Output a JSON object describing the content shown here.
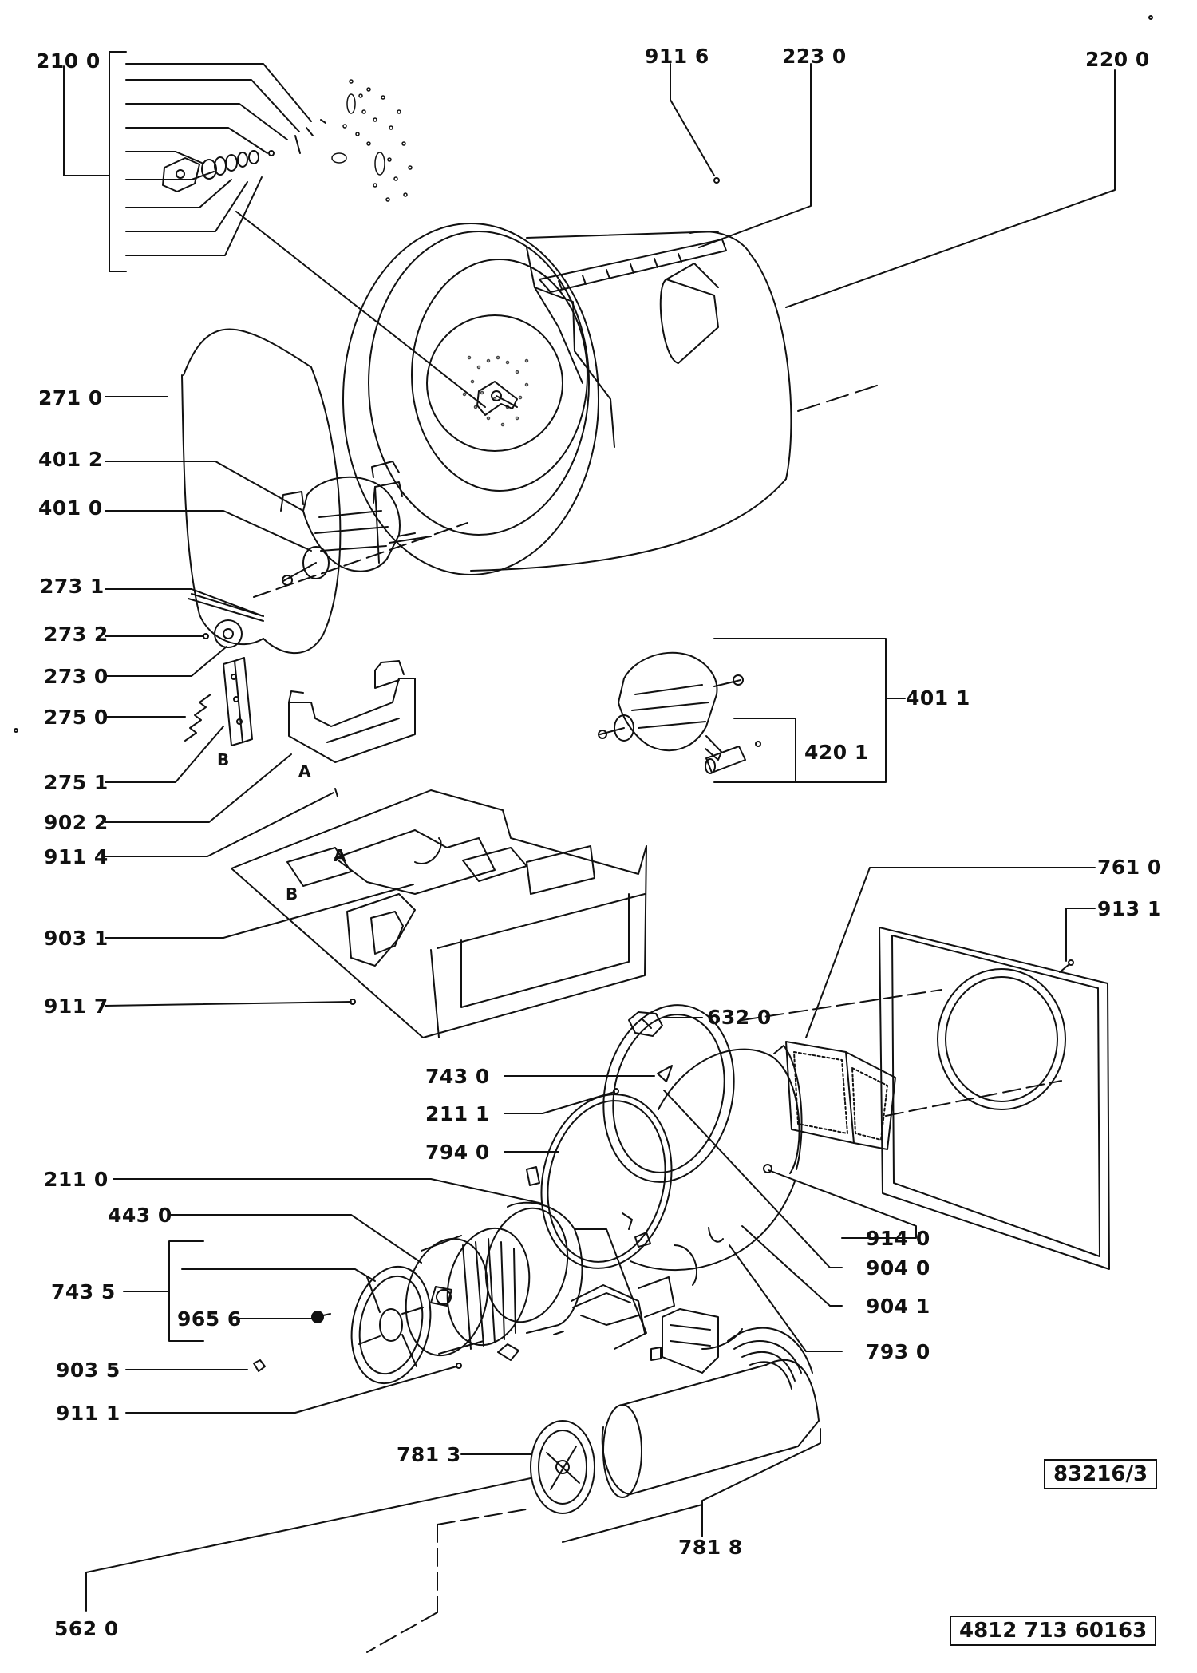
{
  "labels": {
    "l2100": "210 0",
    "l9116": "911 6",
    "l2230": "223 0",
    "l2200": "220 0",
    "l2710": "271 0",
    "l4012": "401 2",
    "l4010": "401 0",
    "l2731": "273 1",
    "l2732": "273 2",
    "l2730": "273 0",
    "l2750": "275 0",
    "l2751": "275 1",
    "l9022": "902 2",
    "l9114": "911 4",
    "l9031": "903 1",
    "l9117": "911 7",
    "l4011": "401 1",
    "l4201": "420 1",
    "l7610": "761 0",
    "l9131": "913 1",
    "l6320": "632 0",
    "l7430": "743 0",
    "l2111": "211 1",
    "l7940": "794 0",
    "l2110": "211 0",
    "l4430": "443 0",
    "l7435": "743  5",
    "l9656": "965 6",
    "l9035": "903 5",
    "l9111": "911 1",
    "l9140": "914 0",
    "l9040": "904 0",
    "l9041": "904 1",
    "l7930": "793 0",
    "l7813": "781 3",
    "l7818": "781 8",
    "l5620": "562 0"
  },
  "letters": {
    "a1": "A",
    "a2": "A",
    "b1": "B",
    "b2": "B"
  },
  "boxes": {
    "drawing_ref": "83216/3",
    "part_number": "4812  713 60163"
  }
}
